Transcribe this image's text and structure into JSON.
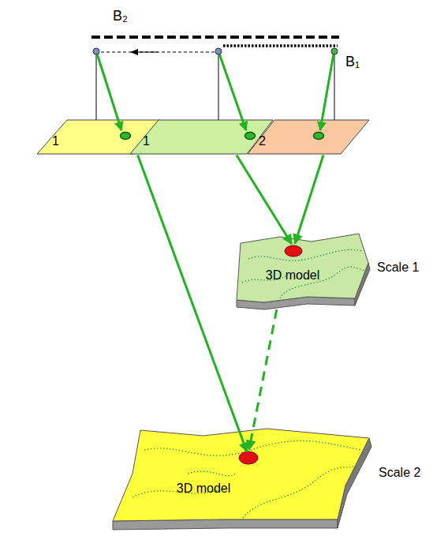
{
  "diagram": {
    "nodes": [
      {
        "text": [
          "1"
        ]
      },
      {
        "text": [
          "1"
        ]
      },
      {
        "text": [
          "2"
        ]
      },
      {
        "text": [
          "3D model"
        ]
      },
      {
        "text": [
          "3D model"
        ]
      }
    ],
    "edges": [
      {
        "from": 0,
        "to": 4,
        "arrow": "to"
      },
      {
        "from": 1,
        "to": 3,
        "arrow": "to"
      },
      {
        "from": 2,
        "to": 3,
        "arrow": "to"
      },
      {
        "from": 3,
        "to": 4,
        "arrow": "to"
      }
    ],
    "labels": [
      "B₂",
      "B₁",
      "Scale 1",
      "Scale 2"
    ]
  }
}
